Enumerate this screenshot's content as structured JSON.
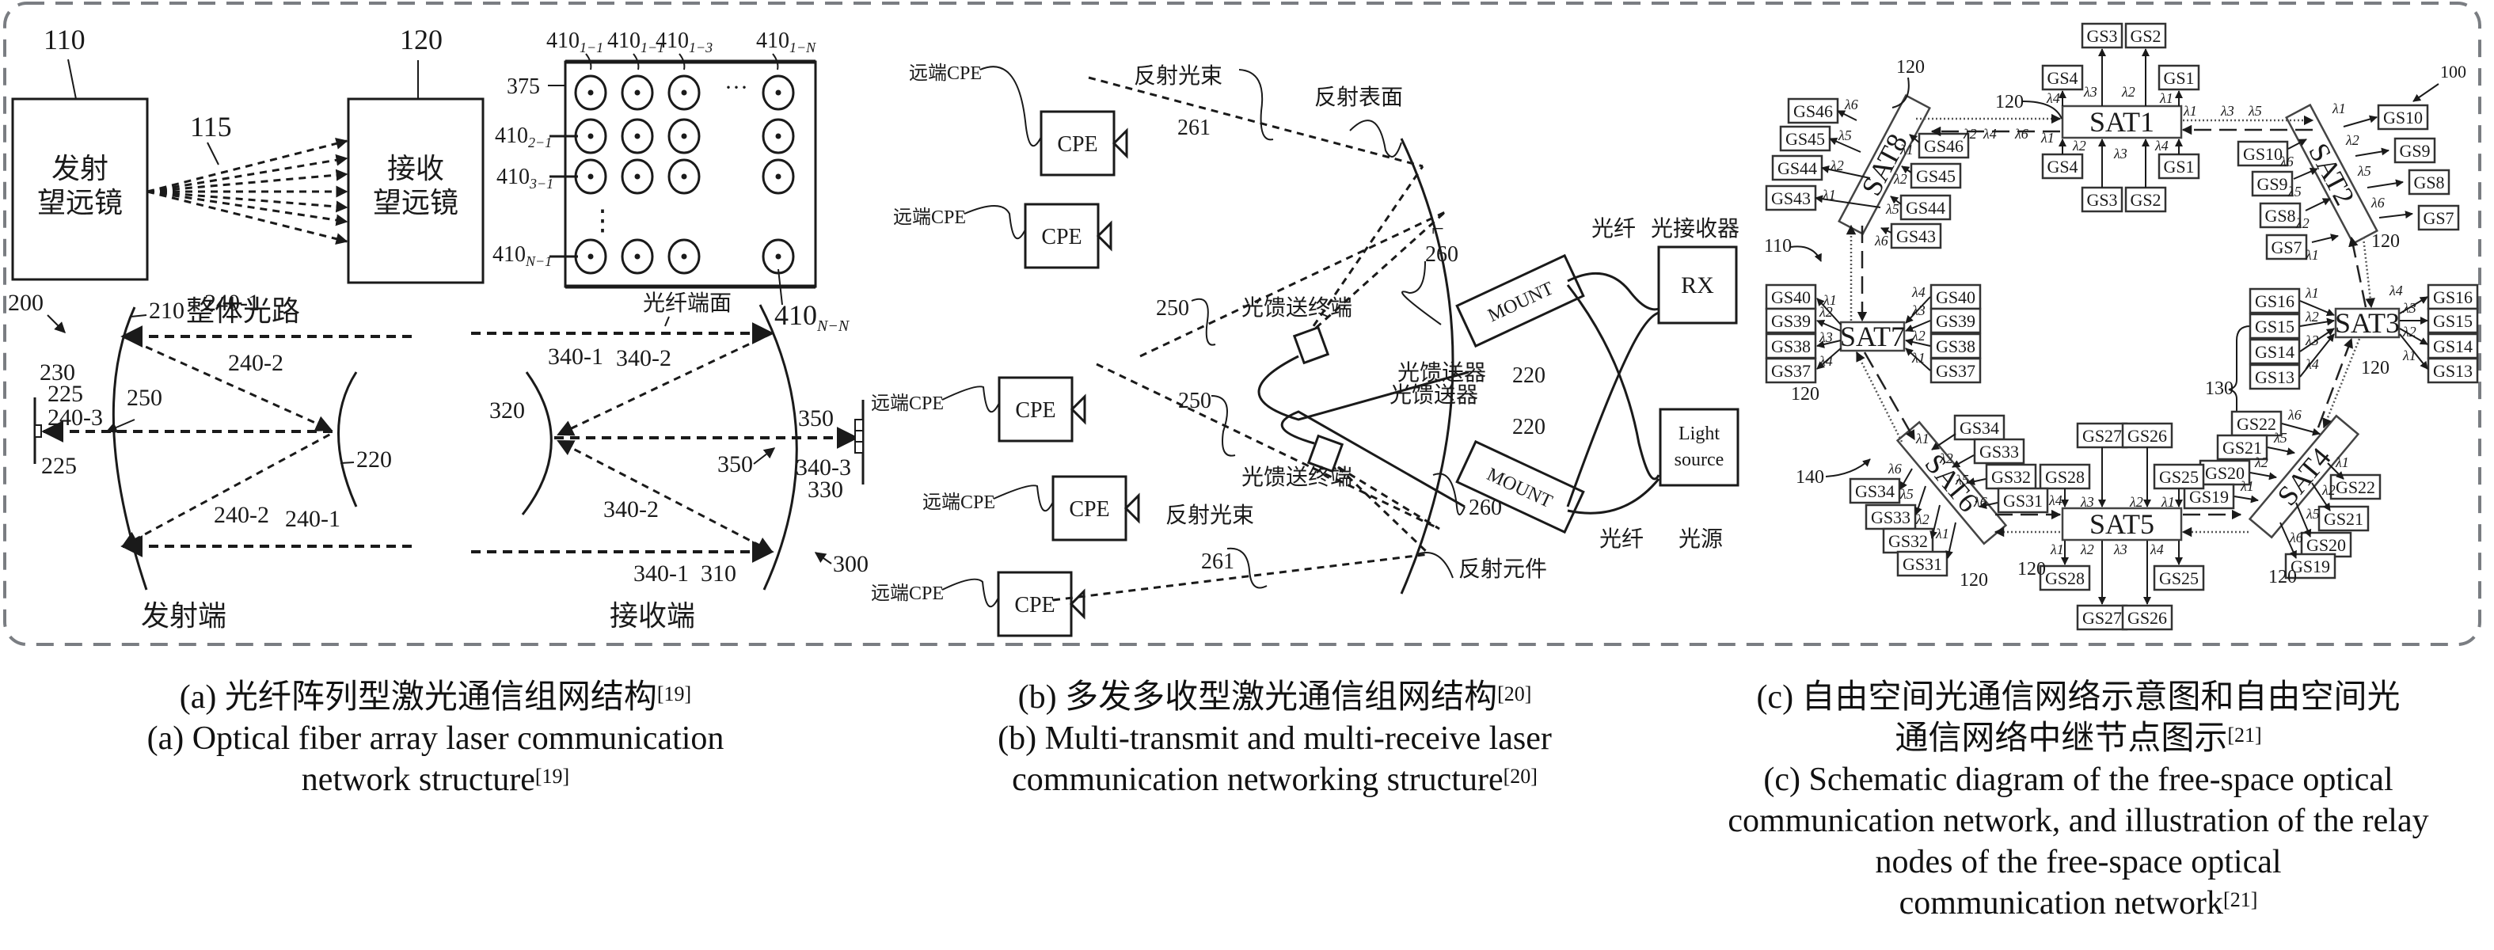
{
  "panel_a": {
    "tx_ref": "110",
    "rx_ref": "120",
    "beam_ref": "115",
    "tx_box_line1": "发射",
    "tx_box_line2": "望远镜",
    "rx_box_line1": "接收",
    "rx_box_line2": "望远镜",
    "overall_path": "整体光路",
    "fiber_array": {
      "ref_375": "375",
      "col_labels": [
        "410",
        "410",
        "410",
        "410"
      ],
      "col_subs": [
        "1−1",
        "1−1",
        "1−3",
        "1−N"
      ],
      "row_labels": [
        "410",
        "410",
        "410"
      ],
      "row_subs": [
        "2−1",
        "3−1",
        "N−1"
      ],
      "ellipsis_h": "···",
      "ellipsis_v": "⋮",
      "corner_label": "410",
      "corner_sub": "N−N",
      "fiber_face": "光纤端面"
    },
    "tx_side": {
      "ref_200": "200",
      "ref_210": "210",
      "ref_220": "220",
      "ref_230": "230",
      "ref_225a": "225",
      "ref_225b": "225",
      "ref_250": "250",
      "beam_240_1_top": "240-1",
      "beam_240_2_top": "240-2",
      "beam_240_3": "240-3",
      "beam_240_2_bottom": "240-2",
      "beam_240_1_bottom": "240-1",
      "label": "发射端"
    },
    "rx_side": {
      "ref_300": "300",
      "ref_310": "310",
      "ref_320": "320",
      "ref_330": "330",
      "ref_350a": "350",
      "ref_350b": "350",
      "beam_340_1_top": "340-1",
      "beam_340_2_top": "340-2",
      "beam_340_3": "340-3",
      "beam_340_2_bottom": "340-2",
      "beam_340_1_bottom": "340-1",
      "label": "接收端"
    }
  },
  "panel_b": {
    "remote_cpe_label": "远端CPE",
    "cpe_box": "CPE",
    "cpe_count": 5,
    "reflected_beam": "反射光束",
    "ref_261": "261",
    "reflective_surface": "反射表面",
    "ref_250": "250",
    "feeder_terminal": "光馈送终端",
    "ref_260": "260",
    "mount": "MOUNT",
    "feeder": "光馈送器",
    "ref_220": "220",
    "fiber": "光纤",
    "optical_receiver": "光接收器",
    "rx_box": "RX",
    "light_source_line1": "Light",
    "light_source_line2": "source",
    "light_source_cn": "光源",
    "reflective_element": "反射元件",
    "corner_mark": "⌐"
  },
  "panel_c": {
    "ref_100": "100",
    "ref_110": "110",
    "ref_120": "120",
    "ref_130": "130",
    "ref_140": "140",
    "satellites": [
      "SAT1",
      "SAT2",
      "SAT3",
      "SAT4",
      "SAT5",
      "SAT6",
      "SAT7",
      "SAT8"
    ],
    "lambda": [
      "λ1",
      "λ2",
      "λ3",
      "λ4",
      "λ5",
      "λ6"
    ],
    "sat1": {
      "top_out": [
        "GS4",
        "GS3",
        "GS2",
        "GS1"
      ],
      "bottom_in": [
        "GS4",
        "GS3",
        "GS2",
        "GS1"
      ]
    },
    "sat2": {
      "out": [
        "GS10",
        "GS9",
        "GS8",
        "GS7"
      ],
      "in": [
        "GS10",
        "GS9",
        "GS8",
        "GS7"
      ]
    },
    "sat3": {
      "in": [
        "GS16",
        "GS15",
        "GS14",
        "GS13"
      ],
      "out": [
        "GS16",
        "GS15",
        "GS14",
        "GS13"
      ]
    },
    "sat4": {
      "in": [
        "GS22",
        "GS21",
        "GS20",
        "GS19"
      ],
      "out": [
        "GS22",
        "GS21",
        "GS20",
        "GS19"
      ]
    },
    "sat5": {
      "top_in": [
        "GS28",
        "GS27",
        "GS26",
        "GS25"
      ],
      "bottom_out": [
        "GS28",
        "GS27",
        "GS26",
        "GS25"
      ]
    },
    "sat6": {
      "in": [
        "GS34",
        "GS33",
        "GS32",
        "GS31"
      ],
      "out": [
        "GS34",
        "GS33",
        "GS32",
        "GS31"
      ]
    },
    "sat7": {
      "out": [
        "GS40",
        "GS39",
        "GS38",
        "GS37"
      ],
      "in": [
        "GS40",
        "GS39",
        "GS38",
        "GS37"
      ]
    },
    "sat8": {
      "out": [
        "GS46",
        "GS45",
        "GS44",
        "GS43"
      ],
      "in": [
        "GS46",
        "GS45",
        "GS44",
        "GS43"
      ]
    }
  },
  "captions": {
    "a": {
      "cn": "(a) 光纤阵列型激光通信组网结构",
      "cn_ref": "[19]",
      "en1": "(a) Optical fiber array laser communication",
      "en2": "network structure",
      "en_ref": "[19]"
    },
    "b": {
      "cn": "(b) 多发多收型激光通信组网结构",
      "cn_ref": "[20]",
      "en1": "(b) Multi-transmit and multi-receive laser",
      "en2": "communication networking structure",
      "en_ref": "[20]"
    },
    "c": {
      "cn1": "(c) 自由空间光通信网络示意图和自由空间光",
      "cn2": "通信网络中继节点图示",
      "cn_ref": "[21]",
      "en1": "(c) Schematic diagram of the free-space optical",
      "en2": "communication network, and illustration of the relay",
      "en3": "nodes of the free-space optical",
      "en4": "communication network",
      "en_ref": "[21]"
    }
  }
}
